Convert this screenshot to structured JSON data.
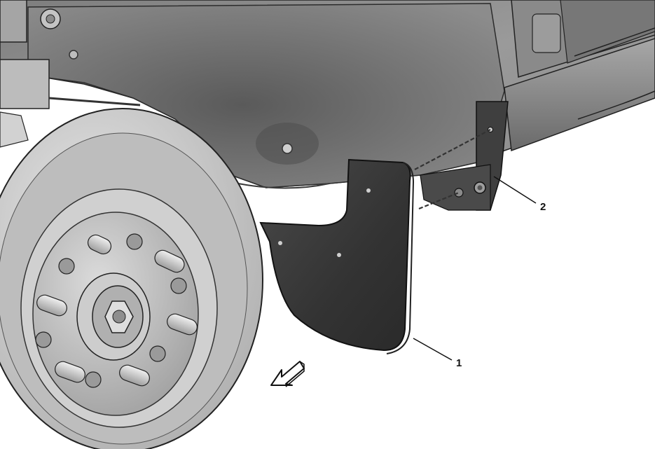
{
  "callouts": [
    {
      "number": "1",
      "part": "splash-guard"
    },
    {
      "number": "2",
      "part": "fastener"
    }
  ],
  "direction_arrow": {
    "icon": "front-direction-arrow-icon"
  },
  "colors": {
    "background": "#ffffff",
    "body_panel": "#8f8f8f",
    "wheel_liner": "#6f6f6f",
    "splash_guard": "#3a3a3a",
    "rotor": "#c9c9c9",
    "line": "#111111"
  }
}
